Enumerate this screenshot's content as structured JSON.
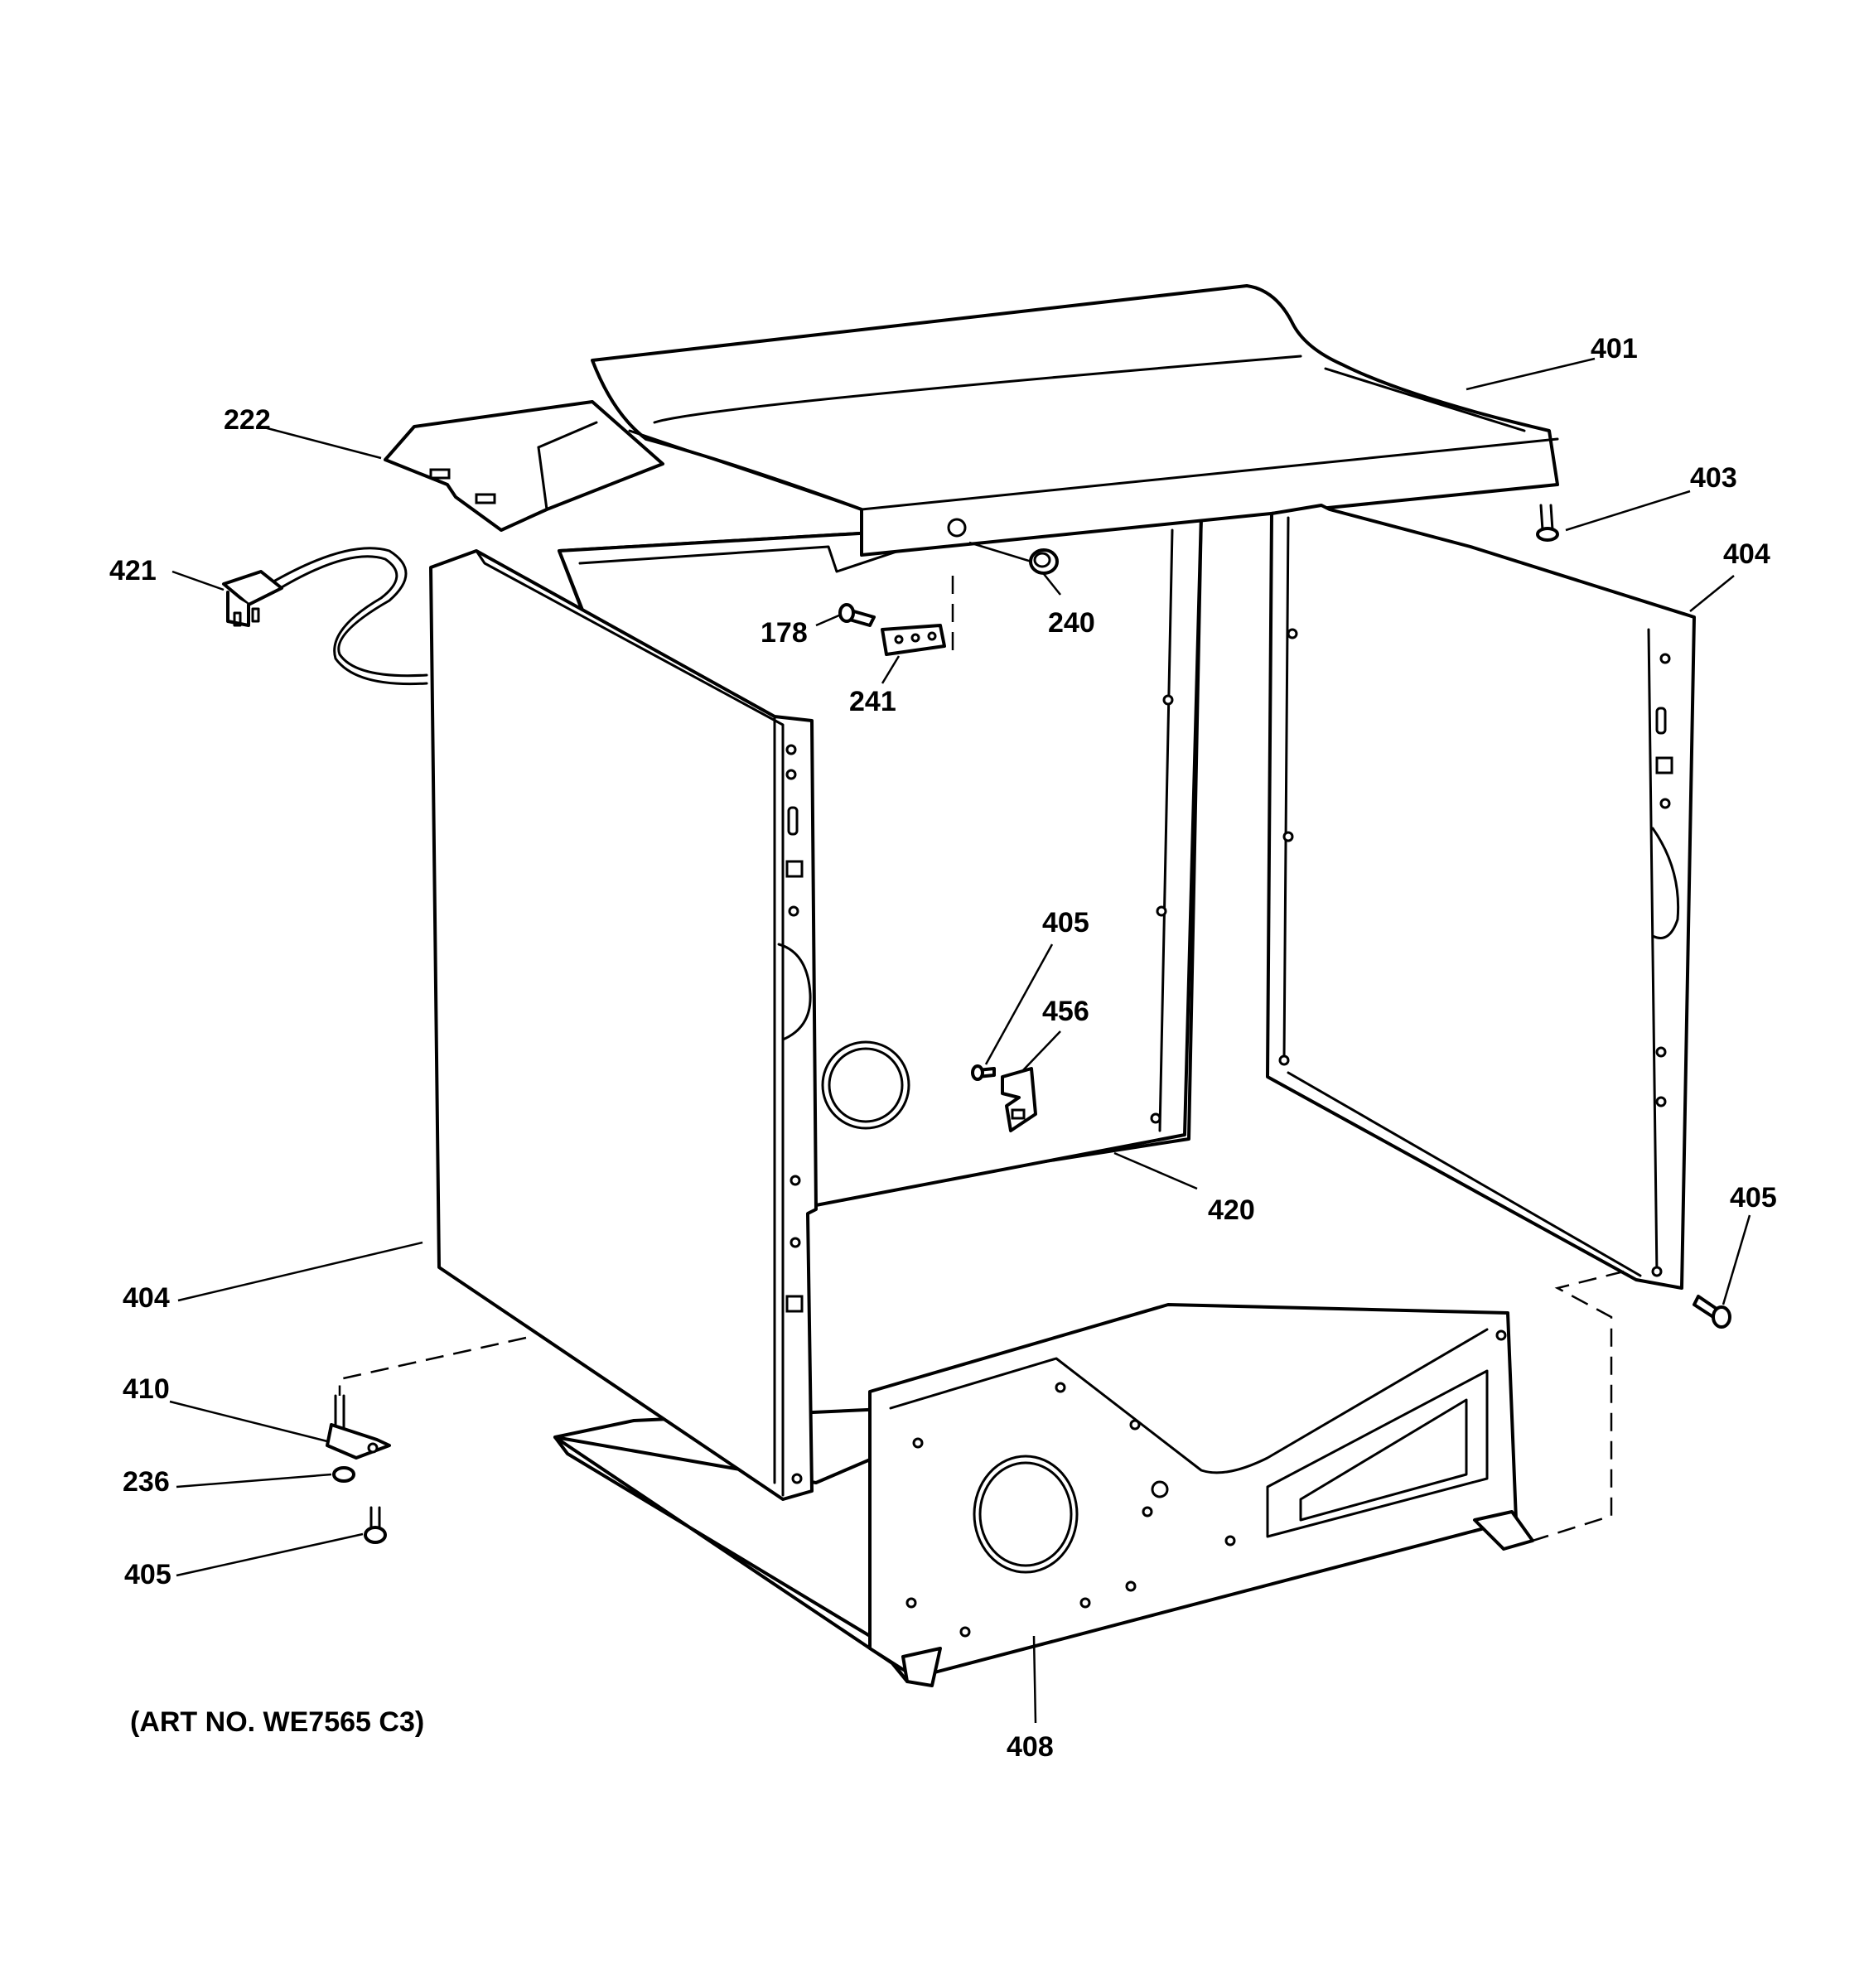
{
  "callouts": {
    "c401": "401",
    "c222": "222",
    "c403": "403",
    "c404_right": "404",
    "c421": "421",
    "c178": "178",
    "c240": "240",
    "c241": "241",
    "c405_center": "405",
    "c456": "456",
    "c420": "420",
    "c405_right": "405",
    "c404_left": "404",
    "c410": "410",
    "c236": "236",
    "c405_bottom": "405",
    "c408": "408"
  },
  "art_number": "(ART NO. WE7565 C3)"
}
